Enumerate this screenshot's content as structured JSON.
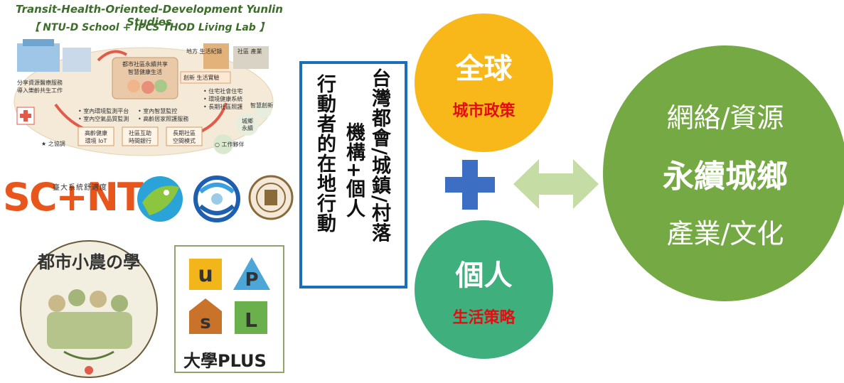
{
  "header": {
    "line1": "Transit-Health-Oriented-Development Yunlin Studies",
    "line2": "【 NTU-D School + IPCS  THOD Living Lab 】"
  },
  "lab_labels": {
    "center_box": [
      "都市社區永續共享",
      "智慧健康生活"
    ],
    "left": [
      "分享資源醫療服務",
      "導入樂齡共生工作"
    ],
    "right_top": "地方 生活紀錄",
    "right_top2": "社區 產業",
    "right_mid": "創新 生活實驗",
    "bullets_left": [
      "• 室內環境監測平台",
      "• 室內空氣品質監測"
    ],
    "bullets_mid": [
      "• 室內智慧監控",
      "• 高齡居家照護服務"
    ],
    "bullets_right": [
      "• 住宅社會住宅",
      "• 環境健康系統",
      "• 長期社區照護"
    ],
    "box1": [
      "高齡健康",
      "環境 IoT"
    ],
    "box2": [
      "社區互助",
      "時間銀行"
    ],
    "box3": [
      "長期社區",
      "空間模式"
    ],
    "bottom_left": "★ 之協調",
    "bottom_right": "○ 工作夥伴",
    "far_right": [
      "城鄉",
      "永續"
    ],
    "far_right2": "智慧創新"
  },
  "logos": {
    "sc_ntu": "SC+NTU",
    "sc_caption": "臺大系統舒適度",
    "farmer_title": "都市小農の學",
    "uplus_label": "大學PLUS",
    "uplus_letters": [
      "u",
      "P",
      "s",
      "L"
    ]
  },
  "vertical_box": {
    "col1": "台灣都會/城鎮/村落",
    "col2": "機構+個人",
    "col3": "行動者的在地行動"
  },
  "circles": {
    "global": {
      "title": "全球",
      "sub": "城市政策"
    },
    "personal": {
      "title": "個人",
      "sub": "生活策略"
    },
    "big": {
      "line1": "網絡/資源",
      "main": "永續城鄉",
      "line3": "產業/文化"
    }
  },
  "colors": {
    "vertical_box_border": "#1b6fb8",
    "global_circle": "#f8b81a",
    "personal_circle": "#3fb07d",
    "big_circle": "#75a944",
    "plus": "#3c6fc3",
    "arrow": "#c5dca5",
    "sub_text": "#e30e12"
  },
  "icons": [
    "plus-icon",
    "double-arrow-icon",
    "ntu-logo-icon",
    "seal-icon",
    "leaf-logo-icon"
  ]
}
